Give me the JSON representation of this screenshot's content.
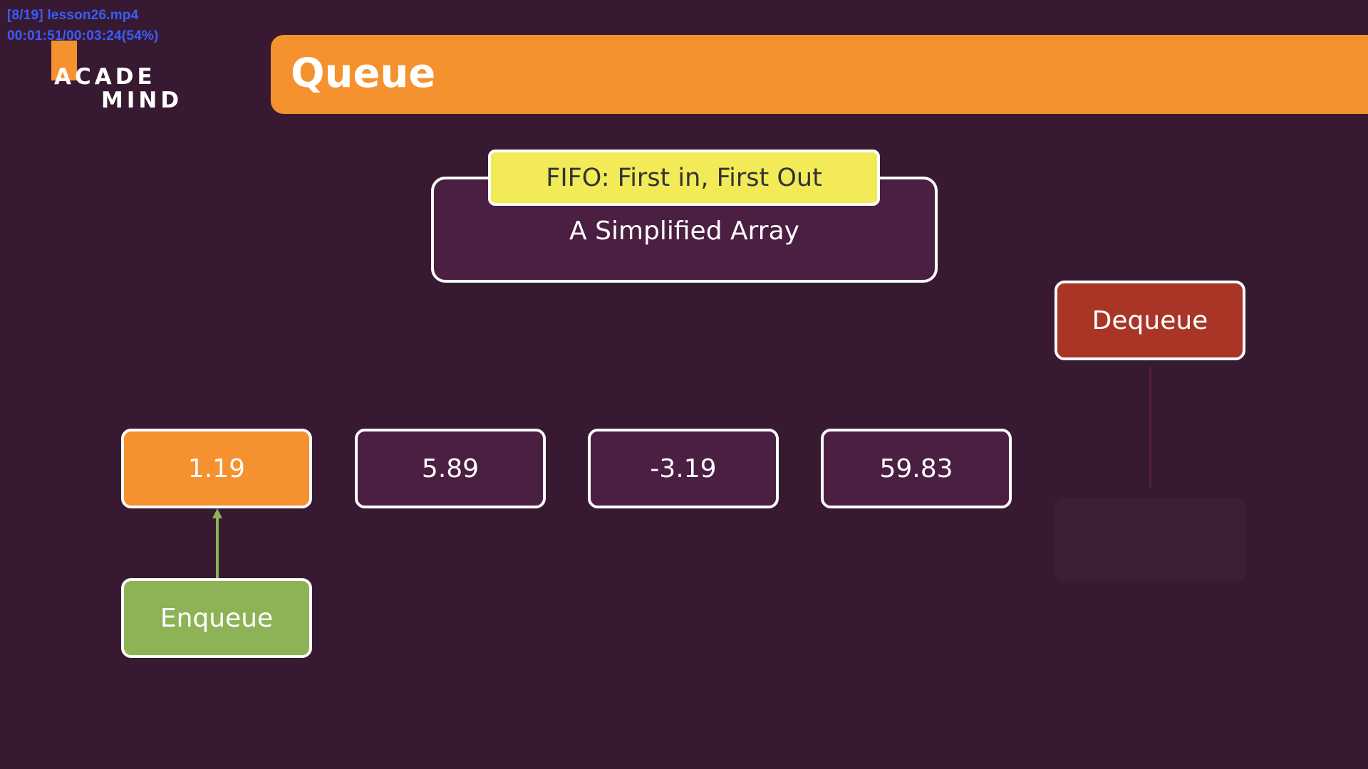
{
  "player_overlay": {
    "file_line": "[8/19] lesson26.mp4",
    "time_line": "00:01:51/00:03:24(54%)"
  },
  "logo": {
    "line1": "ACADE",
    "line2": "MIND"
  },
  "header": {
    "title": "Queue"
  },
  "info": {
    "label": "FIFO: First in, First Out",
    "subtitle": "A Simplified Array"
  },
  "actions": {
    "dequeue": "Dequeue",
    "enqueue": "Enqueue"
  },
  "queue_items": [
    "1.19",
    "5.89",
    "-3.19",
    "59.83"
  ],
  "colors": {
    "background": "#371a31",
    "accent_orange": "#f5912e",
    "box_purple": "#4b1f42",
    "fifo_yellow": "#f2eb57",
    "dequeue_red": "#a93526",
    "enqueue_green": "#8db356"
  }
}
